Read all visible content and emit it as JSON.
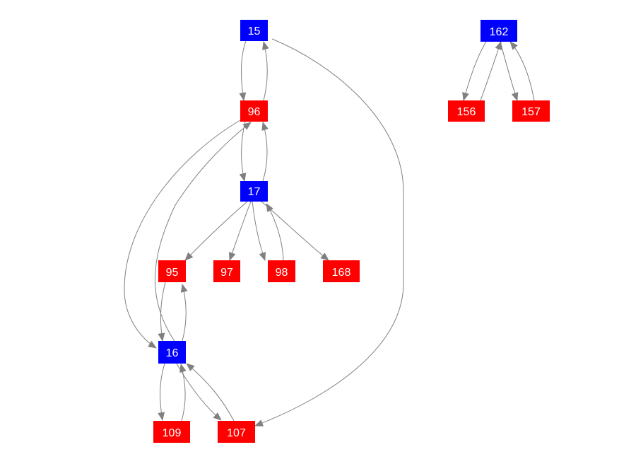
{
  "colors": {
    "blue_node": "#0000ff",
    "red_node": "#ff0000",
    "edge": "#808080",
    "label": "#ffffff",
    "background": "#ffffff"
  },
  "graph": {
    "nodes": [
      {
        "id": "n15",
        "label": "15",
        "color": "blue"
      },
      {
        "id": "n96",
        "label": "96",
        "color": "red"
      },
      {
        "id": "n17",
        "label": "17",
        "color": "blue"
      },
      {
        "id": "n95",
        "label": "95",
        "color": "red"
      },
      {
        "id": "n97",
        "label": "97",
        "color": "red"
      },
      {
        "id": "n98",
        "label": "98",
        "color": "red"
      },
      {
        "id": "n168",
        "label": "168",
        "color": "red"
      },
      {
        "id": "n16",
        "label": "16",
        "color": "blue"
      },
      {
        "id": "n109",
        "label": "109",
        "color": "red"
      },
      {
        "id": "n107",
        "label": "107",
        "color": "red"
      },
      {
        "id": "n162",
        "label": "162",
        "color": "blue"
      },
      {
        "id": "n156",
        "label": "156",
        "color": "red"
      },
      {
        "id": "n157",
        "label": "157",
        "color": "red"
      }
    ],
    "edges": [
      {
        "id": "e15-96",
        "from": "15",
        "to": "96"
      },
      {
        "id": "e96-15",
        "from": "96",
        "to": "15"
      },
      {
        "id": "e15-107",
        "from": "15",
        "to": "107"
      },
      {
        "id": "e96-17",
        "from": "96",
        "to": "17"
      },
      {
        "id": "e17-96",
        "from": "17",
        "to": "96"
      },
      {
        "id": "e96-16",
        "from": "96",
        "to": "16"
      },
      {
        "id": "e16-96",
        "from": "16",
        "to": "96"
      },
      {
        "id": "e17-95",
        "from": "17",
        "to": "95"
      },
      {
        "id": "e17-97",
        "from": "17",
        "to": "97"
      },
      {
        "id": "e17-98",
        "from": "17",
        "to": "98"
      },
      {
        "id": "e98-17",
        "from": "98",
        "to": "17"
      },
      {
        "id": "e17-168",
        "from": "17",
        "to": "168"
      },
      {
        "id": "e95-16",
        "from": "95",
        "to": "16"
      },
      {
        "id": "e16-95",
        "from": "16",
        "to": "95"
      },
      {
        "id": "e16-109",
        "from": "16",
        "to": "109"
      },
      {
        "id": "e109-16",
        "from": "109",
        "to": "16"
      },
      {
        "id": "e16-107",
        "from": "16",
        "to": "107"
      },
      {
        "id": "e107-16",
        "from": "107",
        "to": "16"
      },
      {
        "id": "e162-156",
        "from": "162",
        "to": "156"
      },
      {
        "id": "e156-162",
        "from": "156",
        "to": "162"
      },
      {
        "id": "e162-157",
        "from": "162",
        "to": "157"
      },
      {
        "id": "e157-162",
        "from": "157",
        "to": "162"
      }
    ]
  }
}
